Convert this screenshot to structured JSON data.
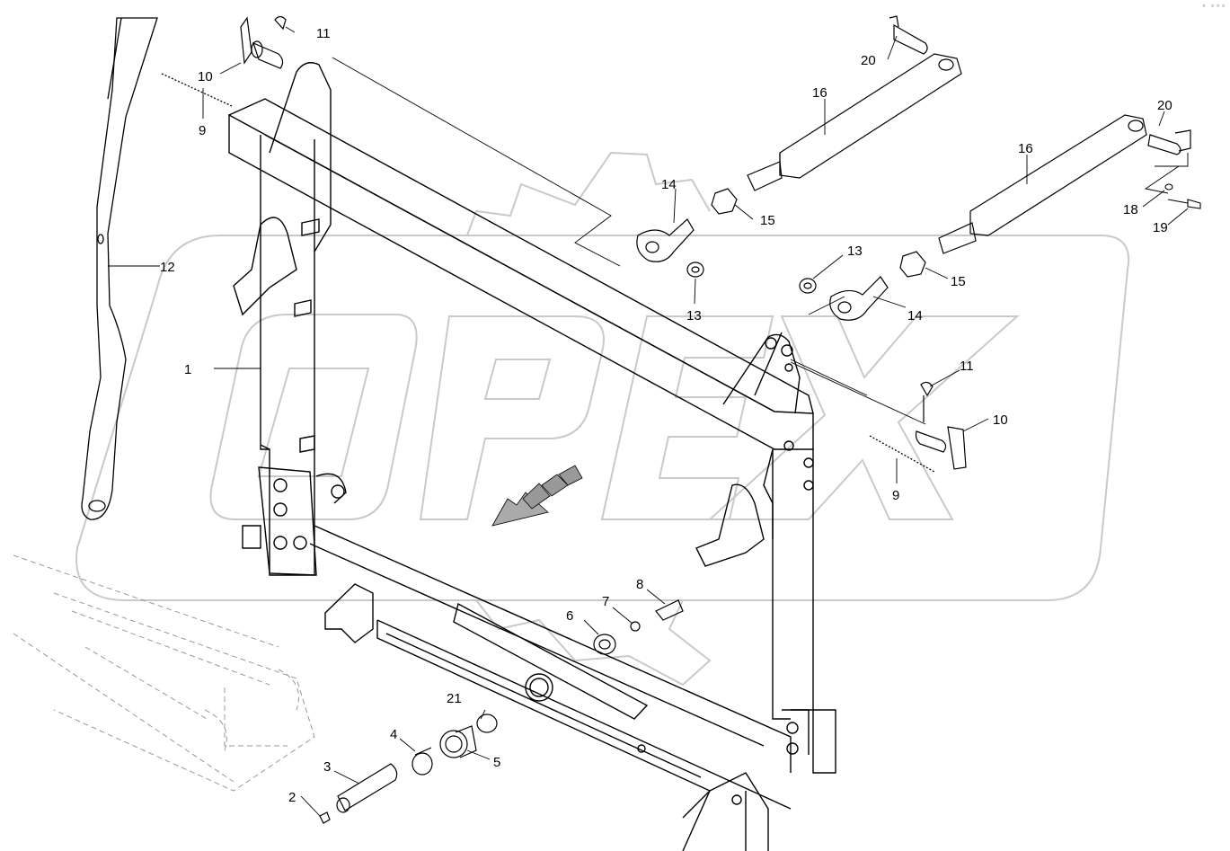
{
  "watermark": {
    "text": "OPEX"
  },
  "corner_mark": "∘ ∘∘∘",
  "callouts": [
    {
      "id": "c1",
      "label": "1"
    },
    {
      "id": "c2",
      "label": "2"
    },
    {
      "id": "c3",
      "label": "3"
    },
    {
      "id": "c4",
      "label": "4"
    },
    {
      "id": "c5",
      "label": "5"
    },
    {
      "id": "c6",
      "label": "6"
    },
    {
      "id": "c7",
      "label": "7"
    },
    {
      "id": "c8",
      "label": "8"
    },
    {
      "id": "c9a",
      "label": "9"
    },
    {
      "id": "c9b",
      "label": "9"
    },
    {
      "id": "c10a",
      "label": "10"
    },
    {
      "id": "c10b",
      "label": "10"
    },
    {
      "id": "c11a",
      "label": "11"
    },
    {
      "id": "c11b",
      "label": "11"
    },
    {
      "id": "c12",
      "label": "12"
    },
    {
      "id": "c13a",
      "label": "13"
    },
    {
      "id": "c13b",
      "label": "13"
    },
    {
      "id": "c14a",
      "label": "14"
    },
    {
      "id": "c14b",
      "label": "14"
    },
    {
      "id": "c15a",
      "label": "15"
    },
    {
      "id": "c15b",
      "label": "15"
    },
    {
      "id": "c16a",
      "label": "16"
    },
    {
      "id": "c16b",
      "label": "16"
    },
    {
      "id": "c18",
      "label": "18"
    },
    {
      "id": "c19",
      "label": "19"
    },
    {
      "id": "c20a",
      "label": "20"
    },
    {
      "id": "c20b",
      "label": "20"
    },
    {
      "id": "c21",
      "label": "21"
    }
  ]
}
